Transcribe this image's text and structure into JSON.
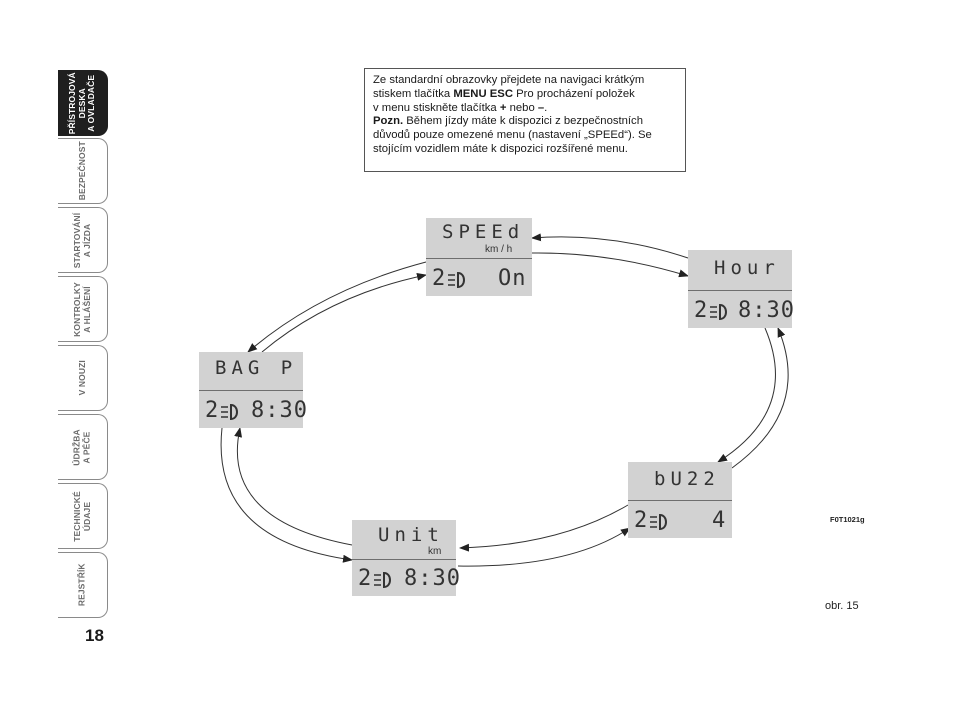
{
  "tabs": [
    {
      "label": "PŘÍSTROJOVÁ\nDESKA\nA OVLADAČE",
      "active": true
    },
    {
      "label": "BEZPEČNOST",
      "active": false
    },
    {
      "label": "STARTOVÁNÍ\nA JÍZDA",
      "active": false
    },
    {
      "label": "KONTROLKY\nA HLÁŠENÍ",
      "active": false
    },
    {
      "label": "V NOUZI",
      "active": false
    },
    {
      "label": "ÚDRŽBA\nA PÉČE",
      "active": false
    },
    {
      "label": "TECHNICKÉ\nÚDAJE",
      "active": false
    },
    {
      "label": "REJSTŘÍK",
      "active": false
    }
  ],
  "page_number": "18",
  "note": {
    "line1": "Ze standardní obrazovky přejdete na navigaci krátkým",
    "line2_pre": "stiskem tlačítka ",
    "line2_bold": "MENU ESC",
    "line2_post": " Pro procházení položek",
    "line3_pre": "v menu stiskněte tlačítka ",
    "line3_plus": "+",
    "line3_mid": " nebo ",
    "line3_minus": "–",
    "line3_end": ".",
    "line4_bold": "Pozn.",
    "line4_post": " Během jízdy máte k dispozici z bezpečnostních",
    "line5": "důvodů pouze omezené menu (nastavení „SPEEd“). Se",
    "line6": "stojícím vozidlem máte k dispozici rozšířené menu."
  },
  "panels": {
    "speed": {
      "top": "SPEEd",
      "unit": "km / h",
      "left": "2",
      "right": "On"
    },
    "hour": {
      "top": "Hour",
      "unit": "",
      "left": "2",
      "right": "8:30"
    },
    "bag": {
      "top": "BAG P",
      "unit": "",
      "left": "2",
      "right": "8:30"
    },
    "buzz": {
      "top": "bU22",
      "unit": "",
      "left": "2",
      "right": "4"
    },
    "unit": {
      "top": "Unit",
      "unit": "km",
      "left": "2",
      "right": "8:30"
    }
  },
  "figure_code": "F0T1021g",
  "caption": "obr. 15"
}
